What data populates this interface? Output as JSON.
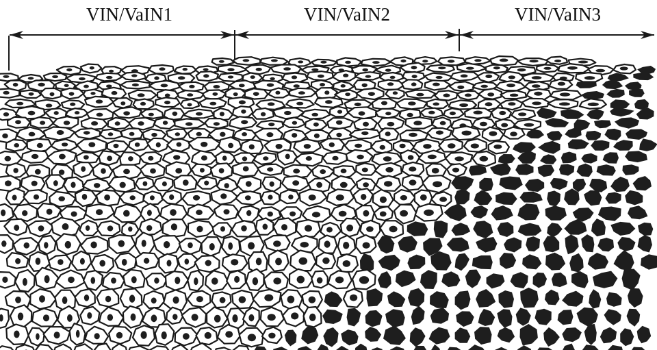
{
  "labels": {
    "grade1": "VIN/VaIN1",
    "grade2": "VIN/VaIN2",
    "grade3": "VIN/VaIN3"
  },
  "colors": {
    "line": "#1a1a1a",
    "nucleus": "#1e1e1e",
    "background": "#ffffff"
  }
}
